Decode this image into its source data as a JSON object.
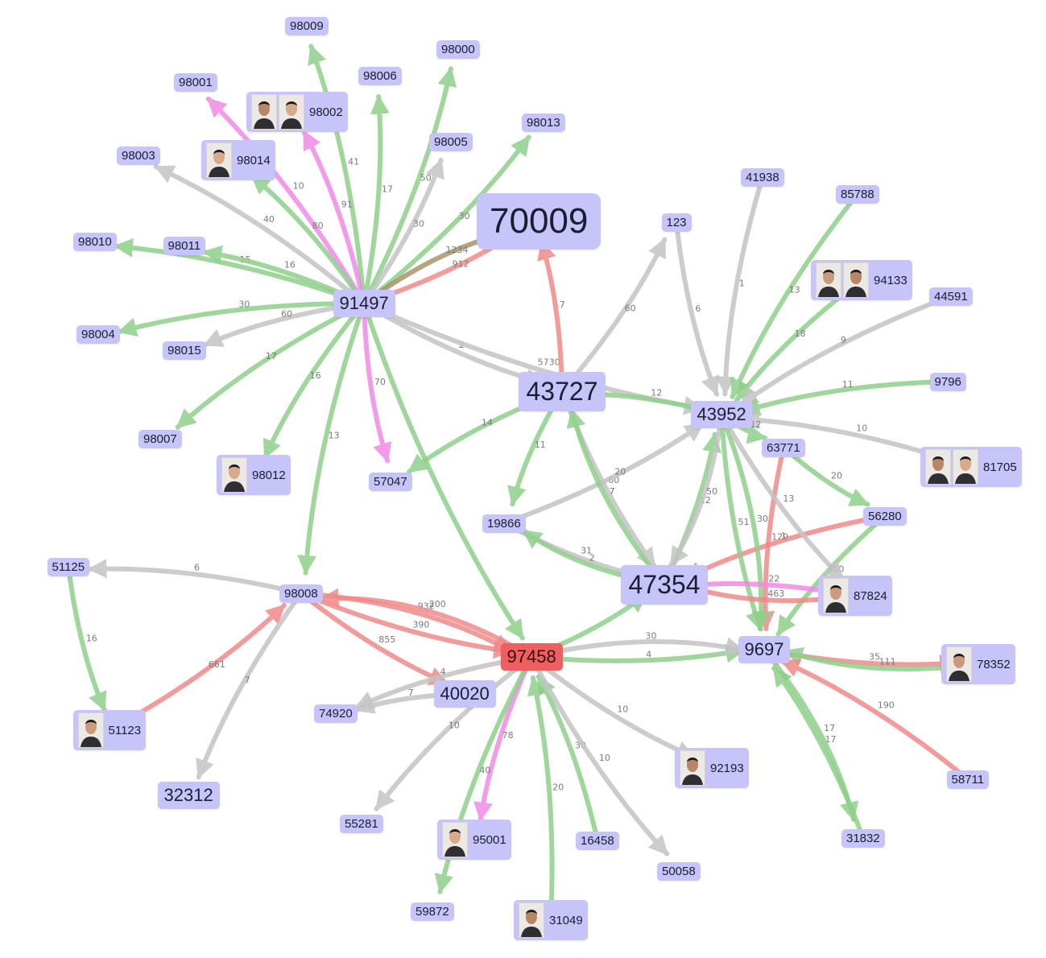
{
  "graph": {
    "colors": {
      "green": "#8fd08a",
      "gray": "#c4c4c4",
      "red": "#f08a8a",
      "pink": "#f08ae6",
      "olive": "#a8956a",
      "node_fill": "#c6c4f8",
      "highlight_fill": "#ef5f5f"
    },
    "nodes": [
      {
        "id": "98009",
        "label": "98009",
        "size": "s"
      },
      {
        "id": "98000",
        "label": "98000",
        "size": "s"
      },
      {
        "id": "98006",
        "label": "98006",
        "size": "s"
      },
      {
        "id": "98001",
        "label": "98001",
        "size": "s"
      },
      {
        "id": "98002",
        "label": "98002",
        "size": "s",
        "photos": 2
      },
      {
        "id": "98013",
        "label": "98013",
        "size": "s"
      },
      {
        "id": "98005",
        "label": "98005",
        "size": "s"
      },
      {
        "id": "98003",
        "label": "98003",
        "size": "s"
      },
      {
        "id": "98014",
        "label": "98014",
        "size": "s",
        "photos": 1
      },
      {
        "id": "70009",
        "label": "70009",
        "size": "xl"
      },
      {
        "id": "41938",
        "label": "41938",
        "size": "s"
      },
      {
        "id": "85788",
        "label": "85788",
        "size": "s"
      },
      {
        "id": "123",
        "label": "123",
        "size": "s"
      },
      {
        "id": "98010",
        "label": "98010",
        "size": "s"
      },
      {
        "id": "98011",
        "label": "98011",
        "size": "s"
      },
      {
        "id": "94133",
        "label": "94133",
        "size": "s",
        "photos": 2
      },
      {
        "id": "44591",
        "label": "44591",
        "size": "s"
      },
      {
        "id": "91497",
        "label": "91497",
        "size": "m"
      },
      {
        "id": "98004",
        "label": "98004",
        "size": "s"
      },
      {
        "id": "98015",
        "label": "98015",
        "size": "s"
      },
      {
        "id": "43727",
        "label": "43727",
        "size": "l"
      },
      {
        "id": "9796",
        "label": "9796",
        "size": "s"
      },
      {
        "id": "43952",
        "label": "43952",
        "size": "m"
      },
      {
        "id": "98007",
        "label": "98007",
        "size": "s"
      },
      {
        "id": "63771",
        "label": "63771",
        "size": "s"
      },
      {
        "id": "81705",
        "label": "81705",
        "size": "s",
        "photos": 2
      },
      {
        "id": "98012",
        "label": "98012",
        "size": "s",
        "photos": 1
      },
      {
        "id": "57047",
        "label": "57047",
        "size": "s"
      },
      {
        "id": "19866",
        "label": "19866",
        "size": "s"
      },
      {
        "id": "56280",
        "label": "56280",
        "size": "s"
      },
      {
        "id": "51125",
        "label": "51125",
        "size": "s"
      },
      {
        "id": "47354",
        "label": "47354",
        "size": "l"
      },
      {
        "id": "98008",
        "label": "98008",
        "size": "s"
      },
      {
        "id": "87824",
        "label": "87824",
        "size": "s",
        "photos": 1
      },
      {
        "id": "97458",
        "label": "97458",
        "size": "m",
        "highlight": true
      },
      {
        "id": "9697",
        "label": "9697",
        "size": "m"
      },
      {
        "id": "78352",
        "label": "78352",
        "size": "s",
        "photos": 1
      },
      {
        "id": "40020",
        "label": "40020",
        "size": "m"
      },
      {
        "id": "74920",
        "label": "74920",
        "size": "s"
      },
      {
        "id": "51123",
        "label": "51123",
        "size": "s",
        "photos": 1
      },
      {
        "id": "92193",
        "label": "92193",
        "size": "s",
        "photos": 1
      },
      {
        "id": "58711",
        "label": "58711",
        "size": "s"
      },
      {
        "id": "32312",
        "label": "32312",
        "size": "m"
      },
      {
        "id": "55281",
        "label": "55281",
        "size": "s"
      },
      {
        "id": "95001",
        "label": "95001",
        "size": "s",
        "photos": 1
      },
      {
        "id": "16458",
        "label": "16458",
        "size": "s"
      },
      {
        "id": "31832",
        "label": "31832",
        "size": "s"
      },
      {
        "id": "50058",
        "label": "50058",
        "size": "s"
      },
      {
        "id": "59872",
        "label": "59872",
        "size": "s"
      },
      {
        "id": "31049",
        "label": "31049",
        "size": "s",
        "photos": 1
      }
    ],
    "edges": [
      {
        "from": "91497",
        "to": "98009",
        "color": "green",
        "label": "41"
      },
      {
        "from": "91497",
        "to": "98000",
        "color": "green",
        "label": "50"
      },
      {
        "from": "91497",
        "to": "98006",
        "color": "green",
        "label": "17"
      },
      {
        "from": "91497",
        "to": "98001",
        "color": "pink",
        "label": "10"
      },
      {
        "from": "91497",
        "to": "98002",
        "color": "pink",
        "label": "91"
      },
      {
        "from": "91497",
        "to": "98013",
        "color": "green",
        "label": "30"
      },
      {
        "from": "91497",
        "to": "98005",
        "color": "gray",
        "label": "30"
      },
      {
        "from": "91497",
        "to": "98003",
        "color": "gray",
        "label": "40"
      },
      {
        "from": "91497",
        "to": "98014",
        "color": "green",
        "label": "80"
      },
      {
        "from": "91497",
        "to": "70009",
        "color": "red",
        "label": "912"
      },
      {
        "from": "91497",
        "to": "70009",
        "color": "olive",
        "label": "1234"
      },
      {
        "from": "91497",
        "to": "98010",
        "color": "green",
        "label": "15"
      },
      {
        "from": "91497",
        "to": "98011",
        "color": "green",
        "label": "16"
      },
      {
        "from": "91497",
        "to": "98004",
        "color": "green",
        "label": "30"
      },
      {
        "from": "91497",
        "to": "98015",
        "color": "gray",
        "label": "60"
      },
      {
        "from": "91497",
        "to": "98007",
        "color": "green",
        "label": "17"
      },
      {
        "from": "91497",
        "to": "98012",
        "color": "green",
        "label": "16"
      },
      {
        "from": "91497",
        "to": "57047",
        "color": "pink",
        "label": "70"
      },
      {
        "from": "91497",
        "to": "98008",
        "color": "green",
        "label": "13"
      },
      {
        "from": "91497",
        "to": "43727",
        "color": "gray",
        "label": "2"
      },
      {
        "from": "91497",
        "to": "43952",
        "color": "gray",
        "label": "5730"
      },
      {
        "from": "91497",
        "to": "97458",
        "color": "green",
        "label": ""
      },
      {
        "from": "43727",
        "to": "70009",
        "color": "red",
        "label": "7"
      },
      {
        "from": "43727",
        "to": "57047",
        "color": "green",
        "label": "14"
      },
      {
        "from": "43727",
        "to": "19866",
        "color": "green",
        "label": "11"
      },
      {
        "from": "43727",
        "to": "47354",
        "color": "gray",
        "label": "60"
      },
      {
        "from": "43952",
        "to": "43727",
        "color": "green",
        "label": "12"
      },
      {
        "from": "123",
        "to": "43952",
        "color": "gray",
        "label": "6"
      },
      {
        "from": "43727",
        "to": "123",
        "color": "gray",
        "label": "60"
      },
      {
        "from": "41938",
        "to": "43952",
        "color": "gray",
        "label": "1"
      },
      {
        "from": "85788",
        "to": "43952",
        "color": "green",
        "label": "13"
      },
      {
        "from": "94133",
        "to": "43952",
        "color": "green",
        "label": "18"
      },
      {
        "from": "44591",
        "to": "43952",
        "color": "gray",
        "label": "9"
      },
      {
        "from": "9796",
        "to": "43952",
        "color": "green",
        "label": "11"
      },
      {
        "from": "81705",
        "to": "43952",
        "color": "gray",
        "label": "10"
      },
      {
        "from": "43952",
        "to": "63771",
        "color": "green",
        "label": "12"
      },
      {
        "from": "63771",
        "to": "56280",
        "color": "green",
        "label": "20"
      },
      {
        "from": "63771",
        "to": "9697",
        "color": "red",
        "label": "129"
      },
      {
        "from": "56280",
        "to": "47354",
        "color": "red",
        "label": "1"
      },
      {
        "from": "56280",
        "to": "9697",
        "color": "green",
        "label": "300"
      },
      {
        "from": "19866",
        "to": "43952",
        "color": "gray",
        "label": "20"
      },
      {
        "from": "19866",
        "to": "47354",
        "color": "gray",
        "label": "31"
      },
      {
        "from": "47354",
        "to": "19866",
        "color": "green",
        "label": "2"
      },
      {
        "from": "47354",
        "to": "43727",
        "color": "green",
        "label": "7"
      },
      {
        "from": "47354",
        "to": "43952",
        "color": "green",
        "label": "12"
      },
      {
        "from": "43952",
        "to": "47354",
        "color": "gray",
        "label": "50"
      },
      {
        "from": "43952",
        "to": "9697",
        "color": "green",
        "label": "51"
      },
      {
        "from": "43952",
        "to": "9697",
        "color": "green",
        "label": "30"
      },
      {
        "from": "43952",
        "to": "87824",
        "color": "gray",
        "label": "13"
      },
      {
        "from": "87824",
        "to": "47354",
        "color": "pink",
        "label": "22"
      },
      {
        "from": "87824",
        "to": "47354",
        "color": "red",
        "label": "463"
      },
      {
        "from": "97458",
        "to": "47354",
        "color": "green",
        "label": ""
      },
      {
        "from": "97458",
        "to": "9697",
        "color": "green",
        "label": "4"
      },
      {
        "from": "97458",
        "to": "9697",
        "color": "gray",
        "label": "30"
      },
      {
        "from": "9697",
        "to": "78352",
        "color": "red",
        "label": "35"
      },
      {
        "from": "78352",
        "to": "9697",
        "color": "green",
        "label": "111"
      },
      {
        "from": "58711",
        "to": "9697",
        "color": "red",
        "label": "190"
      },
      {
        "from": "31832",
        "to": "9697",
        "color": "green",
        "label": "17"
      },
      {
        "from": "9697",
        "to": "31832",
        "color": "green",
        "label": "17"
      },
      {
        "from": "98008",
        "to": "51125",
        "color": "gray",
        "label": "6"
      },
      {
        "from": "51125",
        "to": "51123",
        "color": "green",
        "label": "16"
      },
      {
        "from": "51123",
        "to": "98008",
        "color": "red",
        "label": "661"
      },
      {
        "from": "98008",
        "to": "32312",
        "color": "gray",
        "label": "7"
      },
      {
        "from": "98008",
        "to": "97458",
        "color": "red",
        "label": "390"
      },
      {
        "from": "98008",
        "to": "97458",
        "color": "red",
        "label": "932"
      },
      {
        "from": "98008",
        "to": "40020",
        "color": "red",
        "label": "855"
      },
      {
        "from": "97458",
        "to": "98008",
        "color": "red",
        "label": "200"
      },
      {
        "from": "97458",
        "to": "74920",
        "color": "gray",
        "label": "4"
      },
      {
        "from": "40020",
        "to": "74920",
        "color": "gray",
        "label": "7"
      },
      {
        "from": "97458",
        "to": "55281",
        "color": "gray",
        "label": "10"
      },
      {
        "from": "97458",
        "to": "95001",
        "color": "pink",
        "label": "78"
      },
      {
        "from": "97458",
        "to": "59872",
        "color": "green",
        "label": "40"
      },
      {
        "from": "31049",
        "to": "97458",
        "color": "green",
        "label": "20"
      },
      {
        "from": "16458",
        "to": "97458",
        "color": "green",
        "label": "30"
      },
      {
        "from": "97458",
        "to": "50058",
        "color": "gray",
        "label": "10"
      },
      {
        "from": "97458",
        "to": "92193",
        "color": "gray",
        "label": "10"
      }
    ]
  }
}
